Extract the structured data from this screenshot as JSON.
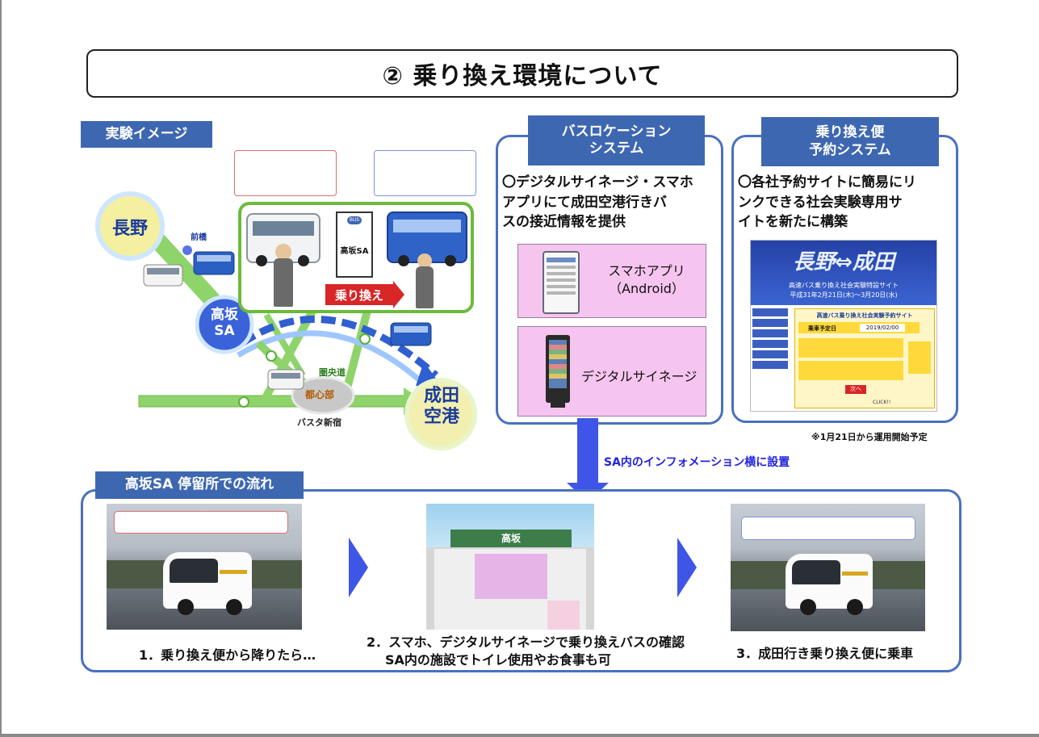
{
  "title": "② 乗り換え環境について",
  "experiment": {
    "tag": "実験イメージ",
    "nagano": "長野",
    "takasaka": [
      "高坂",
      "SA"
    ],
    "narita": [
      "成田",
      "空港"
    ],
    "maebashi": "前橋",
    "kenodo": "圏央道",
    "toshin": "都心部",
    "basuta": "バスタ新宿",
    "sign_text": "高坂SA",
    "sign_bus": "BUS",
    "transfer": "乗り換え"
  },
  "bus_location": {
    "tag_lines": [
      "バスロケーション",
      "システム"
    ],
    "description": [
      "〇デジタルサイネージ・スマホ",
      "アプリにて成田空港行きバ",
      "スの接近情報を提供"
    ],
    "app_label_1": "スマホアプリ",
    "app_label_2": "（Android）",
    "signage_label": "デジタルサイネージ"
  },
  "reservation": {
    "tag_lines": [
      "乗り換え便",
      "予約システム"
    ],
    "description": [
      "〇各社予約サイトに簡易にリ",
      "ンクできる社会実験専用サ",
      "イトを新たに構築"
    ],
    "banner_logo": "長野⇔成田",
    "banner_line_1": "高速バス乗り換え社会実験特設サイト",
    "banner_line_2": "平成31年2月21日(木)～3月20日(水)",
    "form_title": "高速バス乗り換え社会実験予約サイト",
    "date_label": "乗車予定日",
    "date_value": "2019/02/00",
    "next_button": "次へ",
    "click_label": "CLICK!!",
    "note": "※1月21日から運用開始予定"
  },
  "arrow_caption": "SA内のインフォメーション横に設置",
  "flow": {
    "tag": "高坂SA 停留所での流れ",
    "sa_sign": "高坂",
    "step1": "1．乗り換え便から降りたら…",
    "step2_line1": "2．スマホ、デジタルサイネージで乗り換えバスの確認",
    "step2_line2": "SA内の施設でトイレ使用やお食事も可",
    "step3": "3．成田行き乗り換え便に乗車"
  },
  "colors": {
    "panel_border": "#4a70bf",
    "tag_blue": "#3e67b1",
    "arrow_blue": "#3f55e8",
    "pink_card": "#f6c5ef",
    "route_green": "#8fd36b",
    "caption_blue": "#2222dd"
  }
}
